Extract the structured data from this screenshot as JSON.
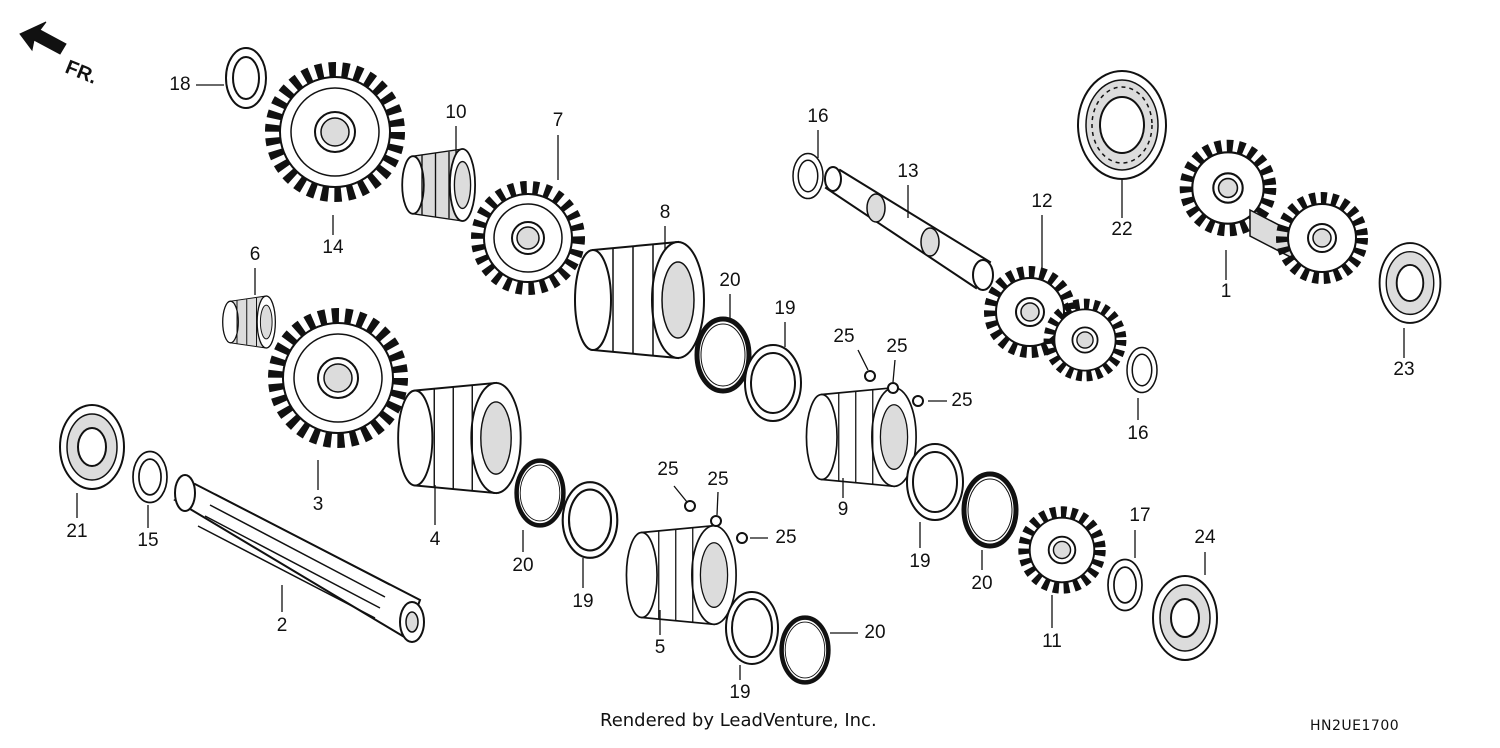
{
  "direction": {
    "label": "FR.",
    "icon": "front-direction-arrow-icon"
  },
  "footer": {
    "credit": "Rendered by LeadVenture, Inc.",
    "diagram_code": "HN2UE1700"
  },
  "callouts": [
    {
      "part": "1",
      "text": "1"
    },
    {
      "part": "2",
      "text": "2"
    },
    {
      "part": "3",
      "text": "3"
    },
    {
      "part": "4",
      "text": "4"
    },
    {
      "part": "5",
      "text": "5"
    },
    {
      "part": "6",
      "text": "6"
    },
    {
      "part": "7",
      "text": "7"
    },
    {
      "part": "8",
      "text": "8"
    },
    {
      "part": "9",
      "text": "9"
    },
    {
      "part": "10",
      "text": "10"
    },
    {
      "part": "11",
      "text": "11"
    },
    {
      "part": "12",
      "text": "12"
    },
    {
      "part": "13",
      "text": "13"
    },
    {
      "part": "14",
      "text": "14"
    },
    {
      "part": "15",
      "text": "15"
    },
    {
      "part": "16",
      "text": "16"
    },
    {
      "part": "16",
      "text": "16"
    },
    {
      "part": "17",
      "text": "17"
    },
    {
      "part": "18",
      "text": "18"
    },
    {
      "part": "19",
      "text": "19"
    },
    {
      "part": "19",
      "text": "19"
    },
    {
      "part": "19",
      "text": "19"
    },
    {
      "part": "19",
      "text": "19"
    },
    {
      "part": "20",
      "text": "20"
    },
    {
      "part": "20",
      "text": "20"
    },
    {
      "part": "20",
      "text": "20"
    },
    {
      "part": "20",
      "text": "20"
    },
    {
      "part": "21",
      "text": "21"
    },
    {
      "part": "22",
      "text": "22"
    },
    {
      "part": "23",
      "text": "23"
    },
    {
      "part": "24",
      "text": "24"
    },
    {
      "part": "25",
      "text": "25"
    },
    {
      "part": "25",
      "text": "25"
    },
    {
      "part": "25",
      "text": "25"
    },
    {
      "part": "25",
      "text": "25"
    },
    {
      "part": "25",
      "text": "25"
    },
    {
      "part": "25",
      "text": "25"
    }
  ]
}
